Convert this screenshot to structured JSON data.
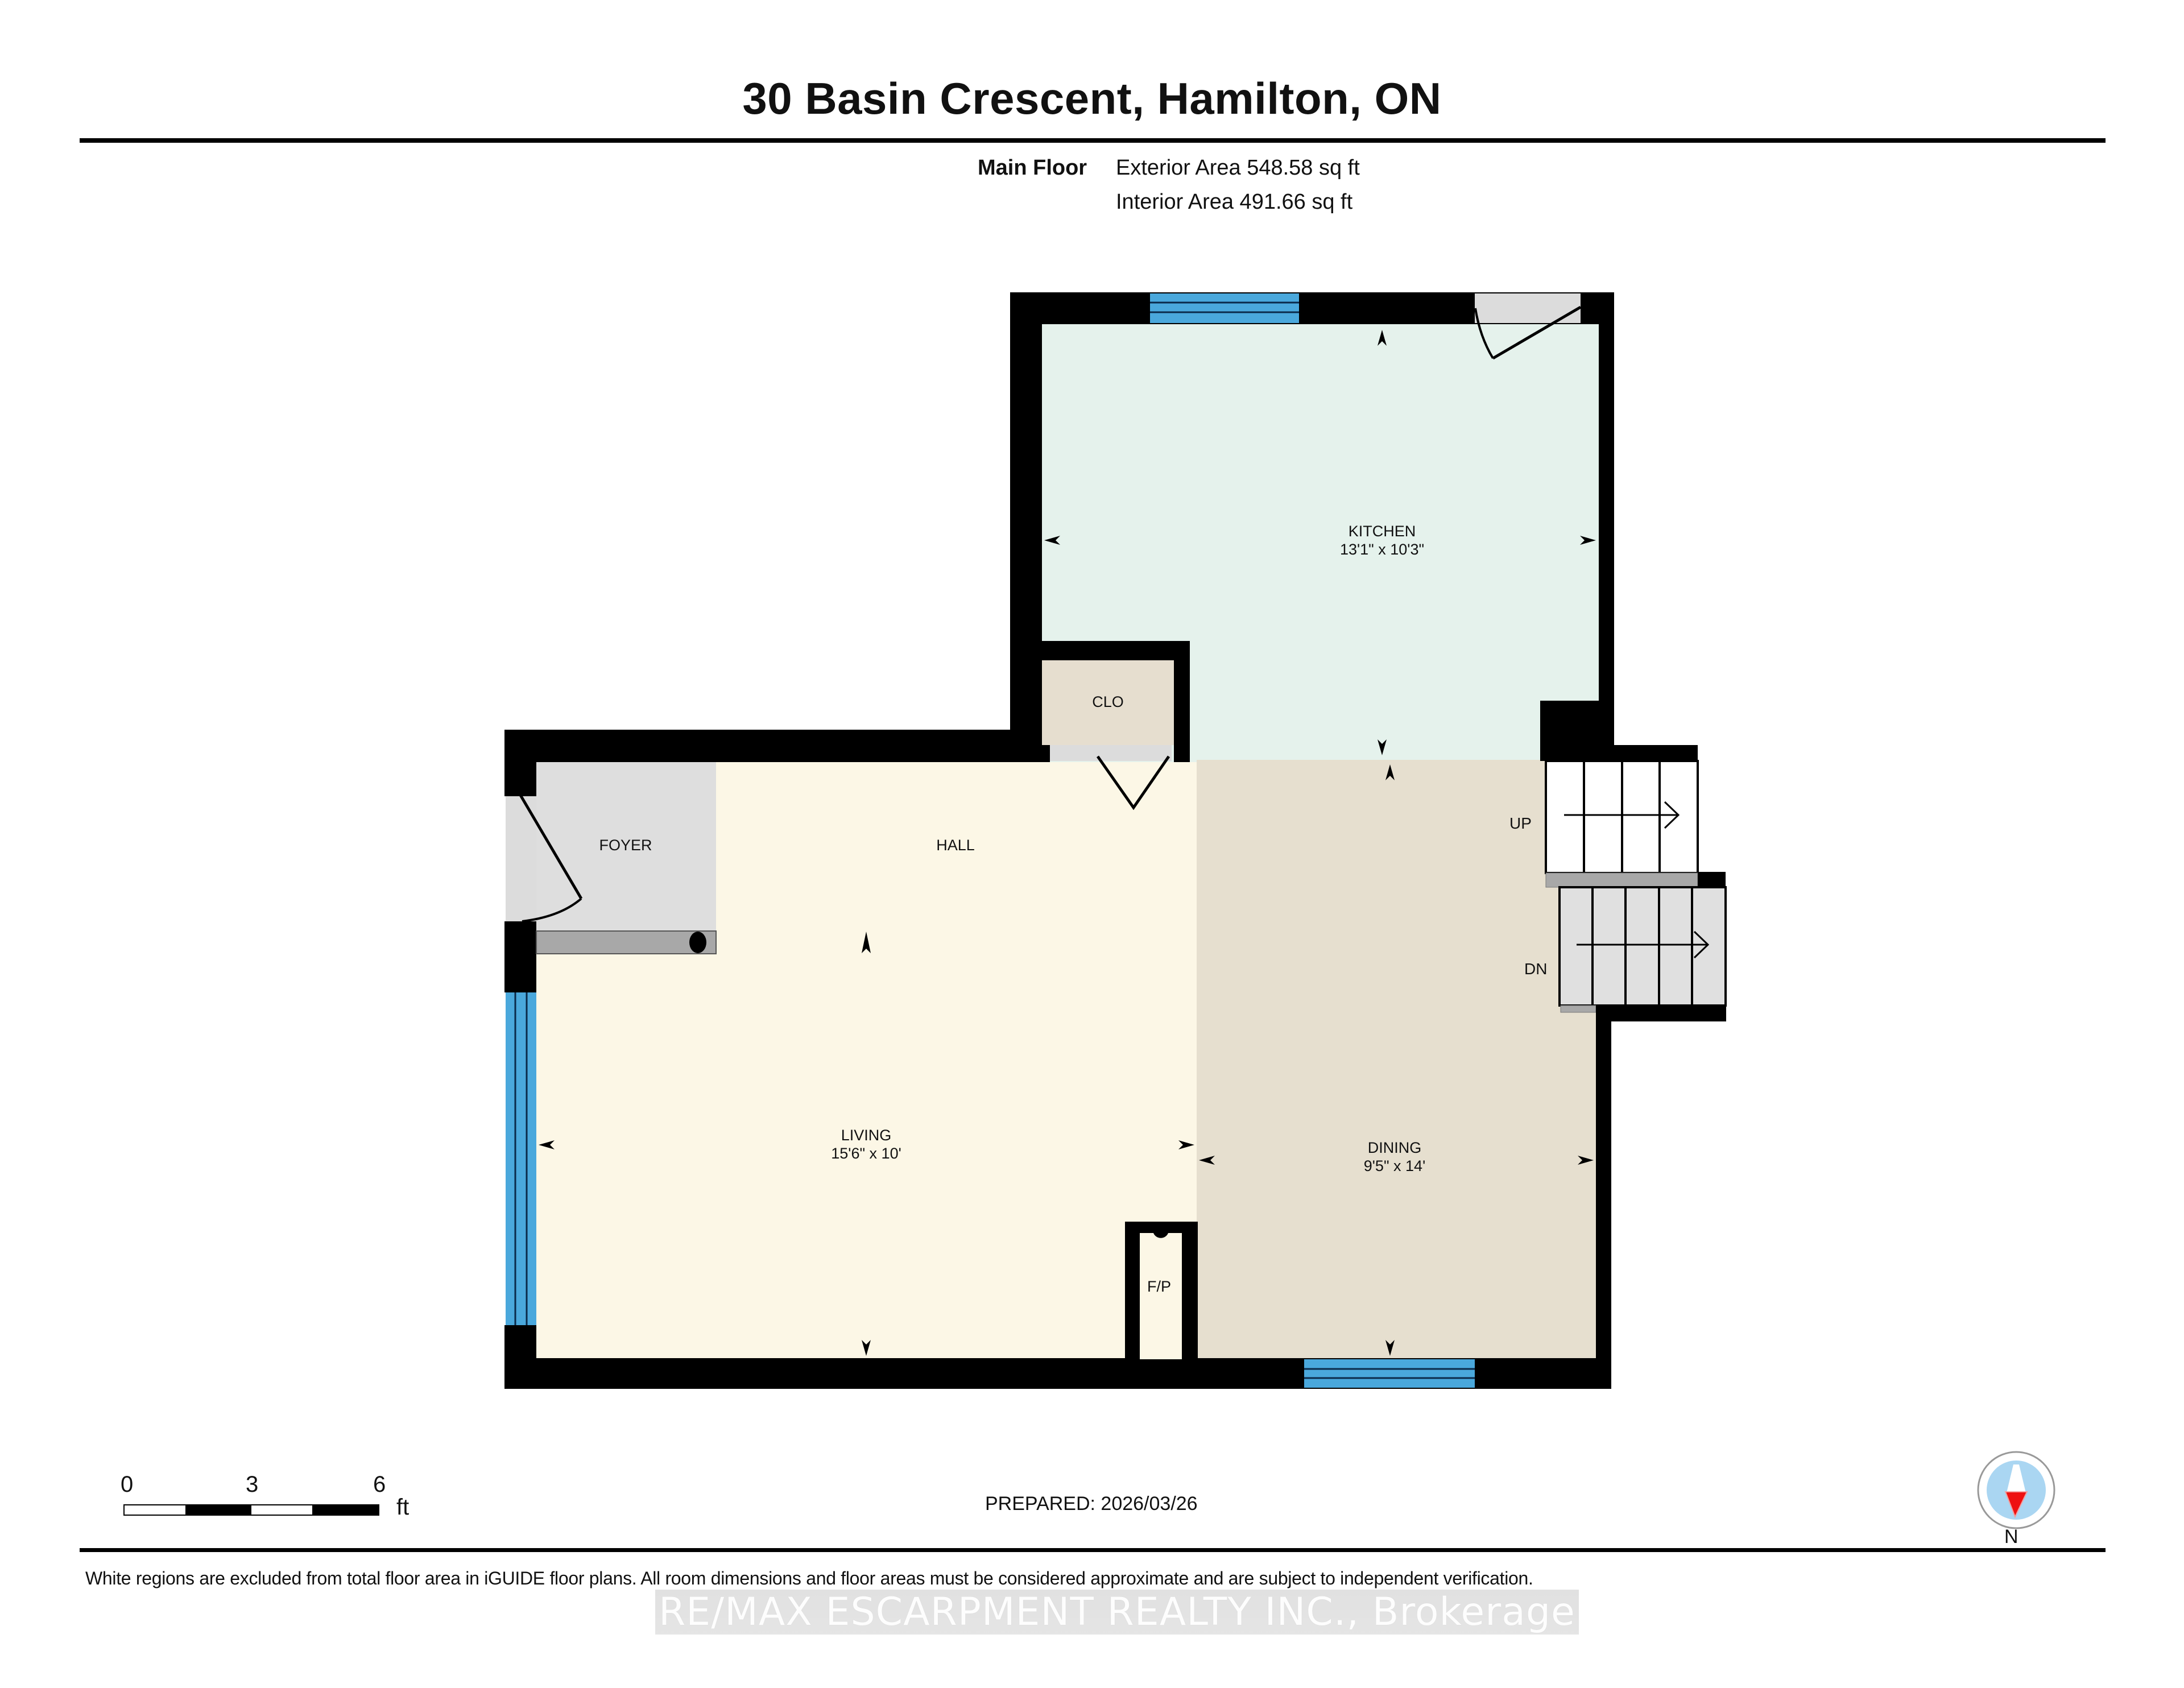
{
  "header": {
    "title": "30 Basin Crescent, Hamilton, ON",
    "floor_label": "Main Floor",
    "exterior_area": "Exterior Area 548.58 sq ft",
    "interior_area": "Interior Area 491.66 sq ft"
  },
  "rooms": {
    "kitchen": {
      "name": "KITCHEN",
      "dims": "13'1\" x 10'3\"",
      "color": "#e5f2ec"
    },
    "closet": {
      "name": "CLO",
      "color": "#e6decf"
    },
    "foyer": {
      "name": "FOYER",
      "color": "#dedede"
    },
    "hall": {
      "name": "HALL",
      "color": "#fcf7e6"
    },
    "living": {
      "name": "LIVING",
      "dims": "15'6\" x 10'",
      "color": "#fcf7e6"
    },
    "dining": {
      "name": "DINING",
      "dims": "9'5\" x 14'",
      "color": "#e6dfcf"
    },
    "fireplace": {
      "name": "F/P"
    }
  },
  "stairs": {
    "up_label": "UP",
    "down_label": "DN"
  },
  "colors": {
    "wall": "#000000",
    "window": "#4aa8dc",
    "door_swing": "#dcdcdc",
    "stair_down_fill": "#e0e0e0",
    "landing": "#a8a8a8",
    "compass_ring": "#aad6f2",
    "compass_needle": "#ee1111"
  },
  "scale_bar": {
    "ticks": [
      "0",
      "3",
      "6"
    ],
    "unit": "ft"
  },
  "footer": {
    "prepared": "PREPARED: 2026/03/26",
    "compass_label": "N",
    "disclaimer": "White regions are excluded from total floor area in iGUIDE floor plans. All room dimensions and floor areas must be considered approximate and are subject to independent verification.",
    "watermark": "RE/MAX ESCARPMENT REALTY INC., Brokerage"
  }
}
